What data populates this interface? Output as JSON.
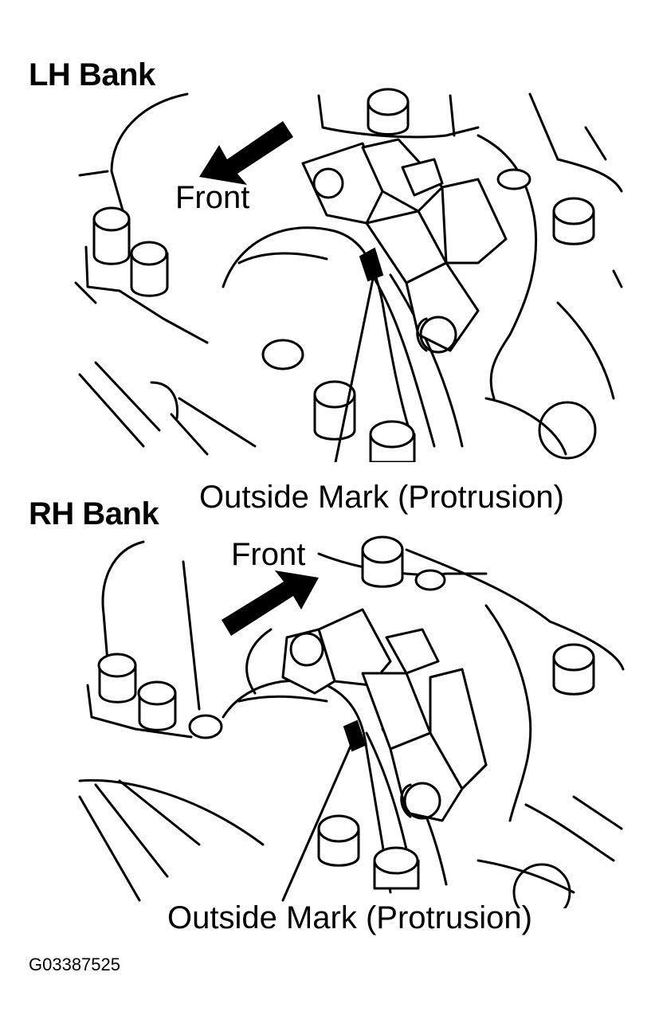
{
  "figure_code": "G03387525",
  "panels": [
    {
      "heading": "LH Bank",
      "direction_label": "Front",
      "callout": "Outside Mark (Protrusion)",
      "arrow_direction": "left-down"
    },
    {
      "heading": "RH Bank",
      "direction_label": "Front",
      "callout": "Outside Mark (Protrusion)",
      "arrow_direction": "right-up"
    }
  ],
  "colors": {
    "ink": "#000000",
    "paper": "#ffffff"
  }
}
